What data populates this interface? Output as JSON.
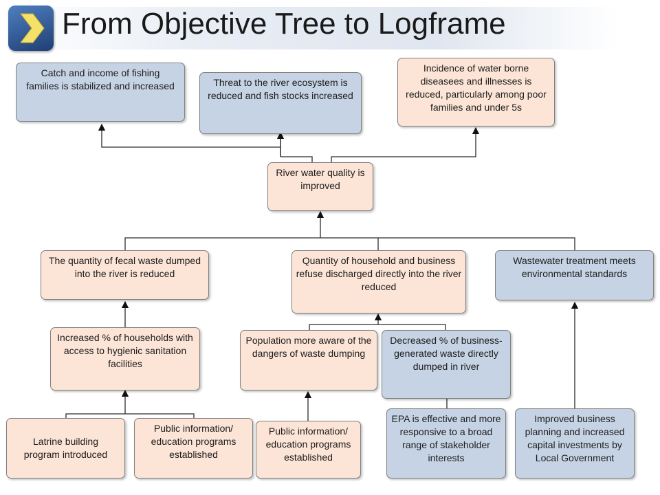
{
  "title": "From Objective Tree to Logframe",
  "icons": {
    "title_icon": "chevron-right-icon"
  },
  "colors": {
    "peach": "#fce4d6",
    "blue": "#c5d3e4",
    "border": "#7f7f7f"
  },
  "nodes": {
    "catch_income": "Catch and income of fishing families is stabilized and increased",
    "threat_river": "Threat to the river ecosystem is reduced and fish stocks increased",
    "water_borne": "Incidence of water borne diseasees and illnesses is reduced, particularly among poor families and under 5s",
    "river_quality": "River water quality is improved",
    "fecal_waste": "The quantity of fecal waste dumped into the river is reduced",
    "household_refuse": "Quantity of household and business refuse discharged directly into the river reduced",
    "wastewater": "Wastewater treatment meets environmental standards",
    "sanitation": "Increased % of households with access to hygienic sanitation facilities",
    "population_aware": "Population more aware of the dangers of waste dumping",
    "business_waste": "Decreased % of business-generated waste directly  dumped in river",
    "latrine": "Latrine building program introduced",
    "public_info_1": "Public information/ education programs established",
    "public_info_2": "Public information/ education programs established",
    "epa": "EPA is effective and more responsive to a broad range of stakeholder interests",
    "business_planning": "Improved business planning and increased capital investments by Local Government"
  }
}
